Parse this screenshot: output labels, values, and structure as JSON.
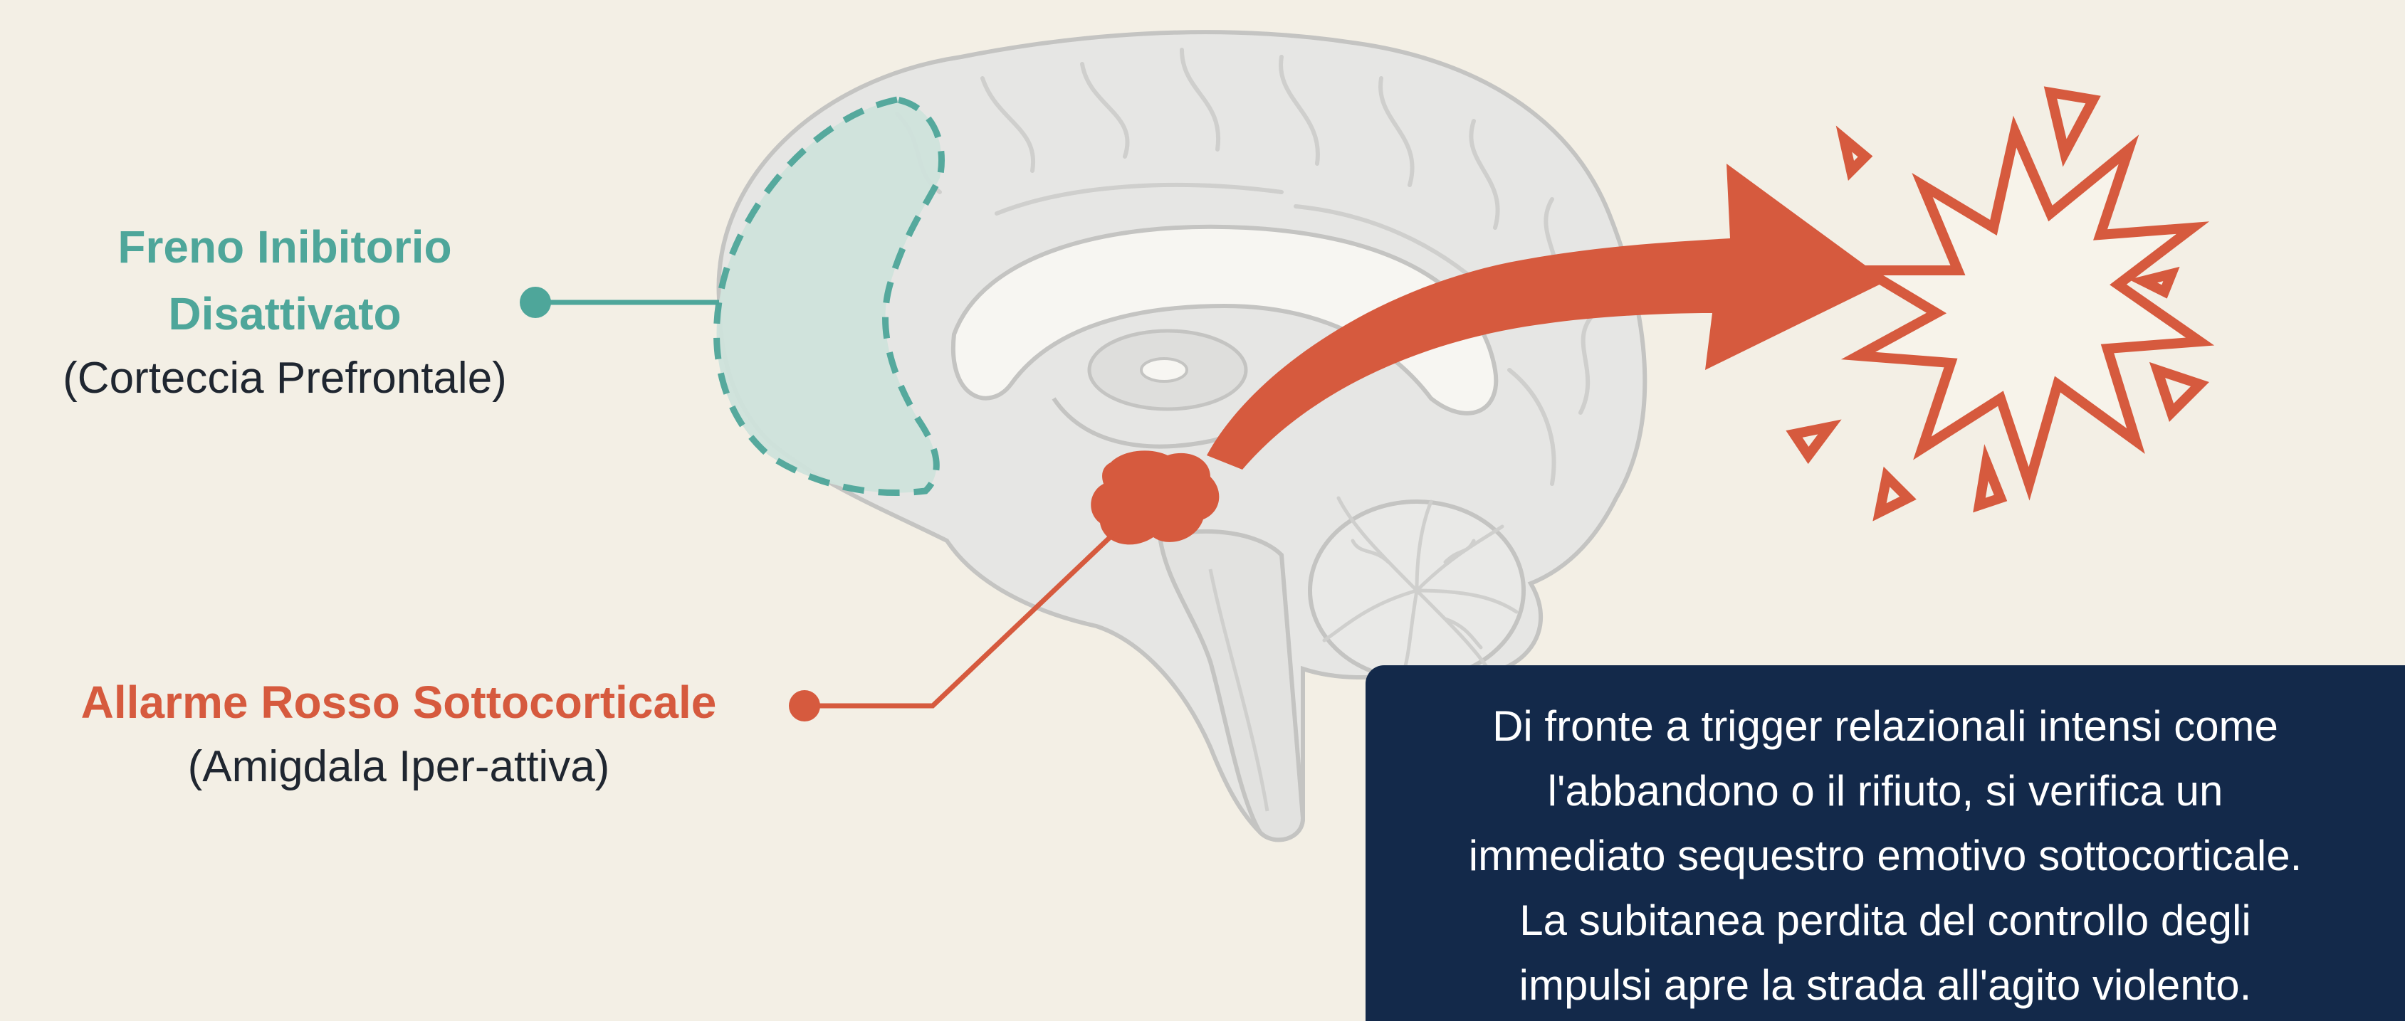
{
  "colors": {
    "background": "#f3efe5",
    "teal": "#4ea69a",
    "red": "#d65a3e",
    "caption_bg": "#13294a",
    "brain_fill": "#e6e6e4",
    "brain_stroke": "#c4c4c2"
  },
  "labels": {
    "prefrontal": {
      "title_line1": "Freno Inibitorio",
      "title_line2": "Disattivato",
      "subtitle": "(Corteccia Prefrontale)"
    },
    "amygdala": {
      "title": "Allarme Rosso Sottocorticale",
      "subtitle": "(Amigdala Iper-attiva)"
    }
  },
  "caption": {
    "lines": [
      "Di fronte a trigger relazionali intensi come",
      "l'abbandono o il rifiuto, si verifica un",
      "immediato sequestro emotivo sottocorticale.",
      "La subitanea perdita del controllo degli",
      "impulsi apre la strada all'agito violento."
    ]
  },
  "icons": [
    "brain-illustration",
    "prefrontal-highlight",
    "amygdala-blob",
    "emotional-arrow",
    "explosion-burst"
  ]
}
